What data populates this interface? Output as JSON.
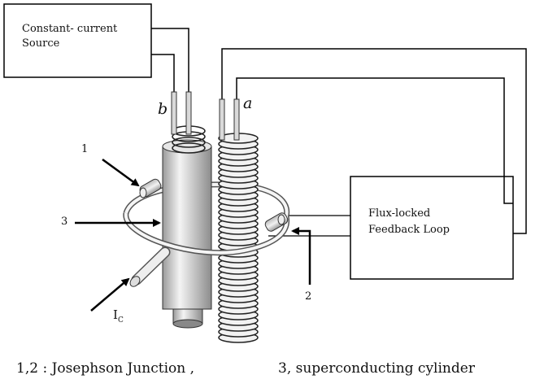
{
  "source_box": {
    "line1": "Constant- current",
    "line2": "Source"
  },
  "feedback_box": {
    "line1": "Flux-locked",
    "line2": "Feedback Loop"
  },
  "labels": {
    "a": "a",
    "b": "b",
    "one": "1",
    "two": "2",
    "three": "3",
    "ic_main": "I",
    "ic_sub": "C"
  },
  "caption": {
    "left": "1,2 :  Josephson Junction ,",
    "right": "3, superconducting  cylinder"
  }
}
